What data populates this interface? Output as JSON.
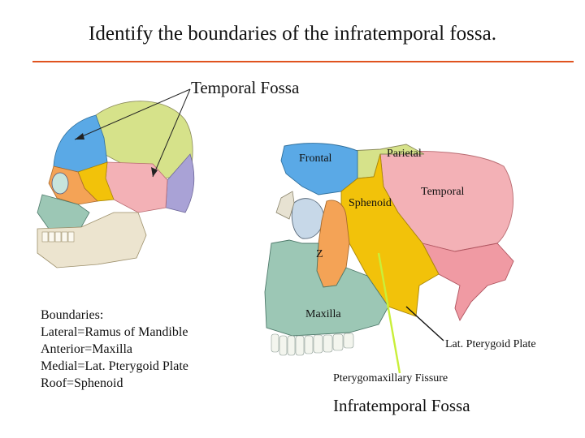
{
  "title": "Identify the boundaries of the infratemporal fossa.",
  "colors": {
    "rule": "#e0531f",
    "frontal": "#5aa9e6",
    "parietal": "#d6e28a",
    "temporal": "#f3b1b6",
    "sphenoid": "#f2c20a",
    "zygomatic": "#f4a356",
    "maxilla": "#9cc7b5",
    "occipital": "#a9a2d6",
    "fissure_line": "#c9ef3a"
  },
  "labels": {
    "temporal_fossa": "Temporal Fossa",
    "frontal": "Frontal",
    "parietal": "Parietal",
    "temporal": "Temporal",
    "sphenoid": "Sphenoid",
    "zygomatic_short": "Z",
    "maxilla": "Maxilla",
    "lat_pterygoid_plate": "Lat. Pterygoid Plate",
    "pterygomaxillary_fissure": "Pterygomaxillary Fissure",
    "infratemporal_fossa": "Infratemporal Fossa"
  },
  "boundaries": {
    "heading": "Boundaries:",
    "lines": [
      "Lateral=Ramus of Mandible",
      "Anterior=Maxilla",
      "Medial=Lat. Pterygoid Plate",
      "Roof=Sphenoid"
    ]
  }
}
